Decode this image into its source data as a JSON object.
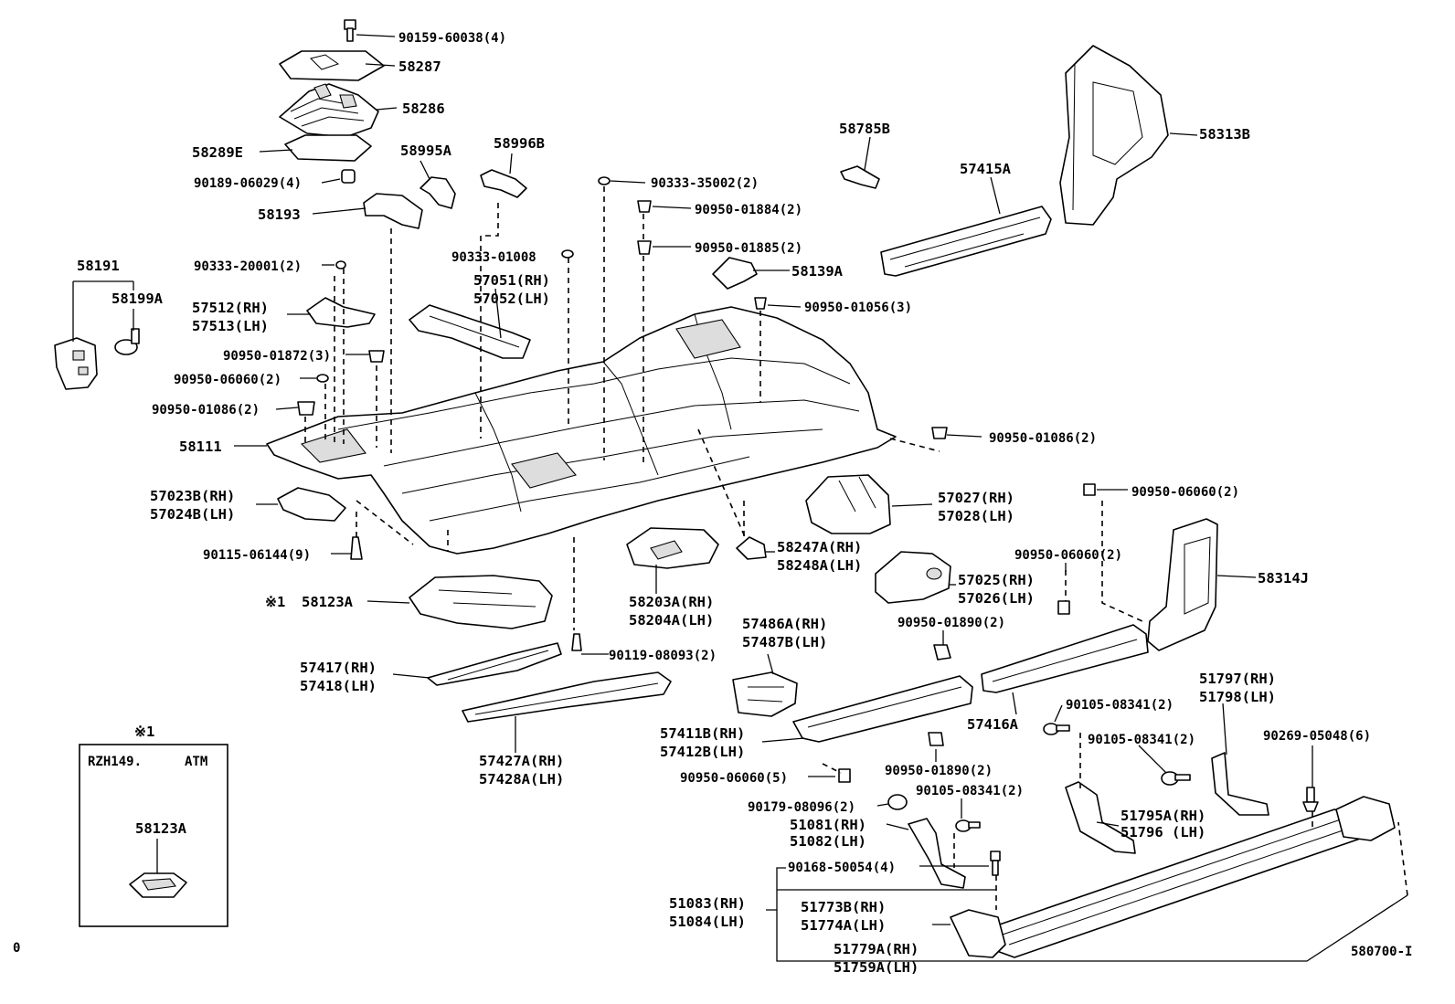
{
  "labels": [
    {
      "key": "l01",
      "lines": [
        "90159-60038(4)"
      ]
    },
    {
      "key": "l02",
      "lines": [
        "58287"
      ]
    },
    {
      "key": "l03",
      "lines": [
        "58286"
      ]
    },
    {
      "key": "l04",
      "lines": [
        "58289E"
      ]
    },
    {
      "key": "l05",
      "lines": [
        "90189-06029(4)"
      ]
    },
    {
      "key": "l06",
      "lines": [
        "58193"
      ]
    },
    {
      "key": "l07",
      "lines": [
        "58995A"
      ]
    },
    {
      "key": "l08",
      "lines": [
        "58996B"
      ]
    },
    {
      "key": "l09",
      "lines": [
        "90333-35002(2)"
      ]
    },
    {
      "key": "l10",
      "lines": [
        "90950-01884(2)"
      ]
    },
    {
      "key": "l11",
      "lines": [
        "90950-01885(2)"
      ]
    },
    {
      "key": "l12",
      "lines": [
        "58785B"
      ]
    },
    {
      "key": "l13",
      "lines": [
        "57415A"
      ]
    },
    {
      "key": "l14",
      "lines": [
        "58313B"
      ]
    },
    {
      "key": "l15",
      "lines": [
        "58139A"
      ]
    },
    {
      "key": "l16",
      "lines": [
        "90950-01056(3)"
      ]
    },
    {
      "key": "l17",
      "lines": [
        "58191"
      ]
    },
    {
      "key": "l18",
      "lines": [
        "58199A"
      ]
    },
    {
      "key": "l19",
      "lines": [
        "90333-20001(2)"
      ]
    },
    {
      "key": "l20",
      "lines": [
        "90333-01008"
      ]
    },
    {
      "key": "l21",
      "lines": [
        "57051(RH)",
        "57052(LH)"
      ]
    },
    {
      "key": "l22",
      "lines": [
        "57512(RH)",
        "57513(LH)"
      ]
    },
    {
      "key": "l23",
      "lines": [
        "90950-01872(3)"
      ]
    },
    {
      "key": "l24",
      "lines": [
        "90950-06060(2)"
      ]
    },
    {
      "key": "l25",
      "lines": [
        "90950-01086(2)"
      ]
    },
    {
      "key": "l26",
      "lines": [
        "58111"
      ]
    },
    {
      "key": "l27",
      "lines": [
        "90950-01086(2)"
      ]
    },
    {
      "key": "l28",
      "lines": [
        "57023B(RH)",
        "57024B(LH)"
      ]
    },
    {
      "key": "l29",
      "lines": [
        "57027(RH)",
        "57028(LH)"
      ]
    },
    {
      "key": "l30",
      "lines": [
        "90950-06060(2)"
      ]
    },
    {
      "key": "l31",
      "lines": [
        "90115-06144(9)"
      ]
    },
    {
      "key": "l32",
      "lines": [
        "58247A(RH)",
        "58248A(LH)"
      ]
    },
    {
      "key": "l33",
      "lines": [
        "90950-06060(2)"
      ]
    },
    {
      "key": "l34",
      "lines": [
        "58314J"
      ]
    },
    {
      "key": "l35",
      "lines": [
        "57025(RH)",
        "57026(LH)"
      ]
    },
    {
      "key": "l36",
      "lines": [
        "58123A"
      ]
    },
    {
      "key": "l37",
      "lines": [
        "58203A(RH)",
        "58204A(LH)"
      ]
    },
    {
      "key": "l38",
      "lines": [
        "57486A(RH)",
        "57487B(LH)"
      ]
    },
    {
      "key": "l39",
      "lines": [
        "90950-01890(2)"
      ]
    },
    {
      "key": "l40",
      "lines": [
        "57417(RH)",
        "57418(LH)"
      ]
    },
    {
      "key": "l41",
      "lines": [
        "90119-08093(2)"
      ]
    },
    {
      "key": "l42",
      "lines": [
        "51797(RH)",
        "51798(LH)"
      ]
    },
    {
      "key": "l43",
      "lines": [
        "57416A"
      ]
    },
    {
      "key": "l44",
      "lines": [
        "90105-08341(2)"
      ]
    },
    {
      "key": "l45",
      "lines": [
        "90105-08341(2)"
      ]
    },
    {
      "key": "l46",
      "lines": [
        "90269-05048(6)"
      ]
    },
    {
      "key": "l47",
      "lines": [
        "57411B(RH)",
        "57412B(LH)"
      ]
    },
    {
      "key": "l48",
      "lines": [
        "57427A(RH)",
        "57428A(LH)"
      ]
    },
    {
      "key": "l49",
      "lines": [
        "90950-01890(2)"
      ]
    },
    {
      "key": "l50",
      "lines": [
        "90950-06060(5)"
      ]
    },
    {
      "key": "l51",
      "lines": [
        "90105-08341(2)"
      ]
    },
    {
      "key": "l52",
      "lines": [
        "90179-08096(2)"
      ]
    },
    {
      "key": "l53",
      "lines": [
        "51081(RH)",
        "51082(LH)"
      ]
    },
    {
      "key": "l54",
      "lines": [
        "51795A(RH)",
        "51796  (LH)"
      ]
    },
    {
      "key": "l55",
      "lines": [
        "90168-50054(4)"
      ]
    },
    {
      "key": "l56",
      "lines": [
        "51083(RH)",
        "51084(LH)"
      ]
    },
    {
      "key": "l57",
      "lines": [
        "51773B(RH)",
        "51774A(LH)"
      ]
    },
    {
      "key": "l58",
      "lines": [
        "51779A(RH)",
        "51759A(LH)"
      ]
    }
  ],
  "note_marker": "※1",
  "inset": {
    "marker": "※1",
    "model": "RZH149.",
    "transmission": "ATM",
    "part": "58123A"
  },
  "corner_left": "0",
  "diagram_code": "580700-I"
}
